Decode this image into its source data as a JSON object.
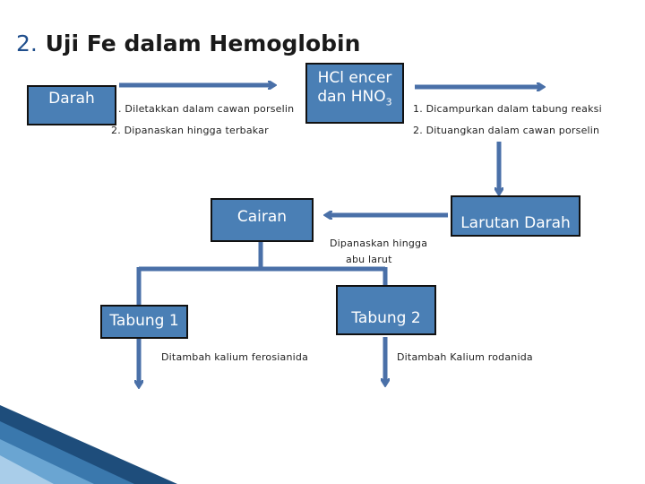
{
  "title": {
    "number": "2.",
    "text": "Uji Fe dalam Hemoglobin"
  },
  "boxes": {
    "darah": "Darah",
    "hcl_line1": "HCl encer",
    "hcl_line2": "dan HNO",
    "hcl_sub": "3",
    "larutan": "Larutan Darah",
    "cairan": "Cairan",
    "tabung1": "Tabung 1",
    "tabung2": "Tabung 2"
  },
  "notes": {
    "step1a": ". Diletakkan dalam cawan porselin",
    "step1b": "2. Dipanaskan hingga terbakar",
    "step2a": "1. Dicampurkan dalam tabung reaksi",
    "step2b": "2. Dituangkan dalam cawan porselin",
    "step3a": "Dipanaskan hingga",
    "step3b": "abu larut",
    "tabung1_note": "Ditambah kalium ferosianida",
    "tabung2_note": "Ditambah Kalium rodanida"
  },
  "colors": {
    "arrow": "#4a70a8",
    "box": "#4a7fb5",
    "accent": "#1f4e8c"
  }
}
